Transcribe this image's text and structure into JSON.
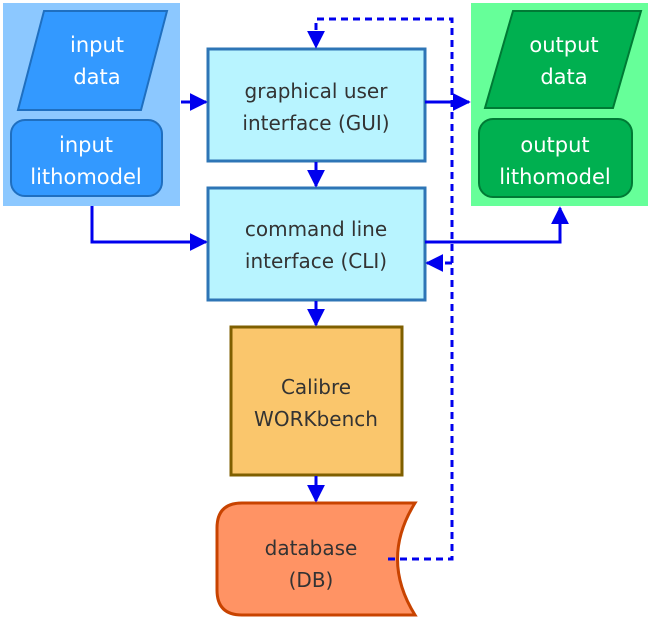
{
  "diagram": {
    "input_data": {
      "line1": "input",
      "line2": "data"
    },
    "input_lithomodel": {
      "line1": "input",
      "line2": "lithomodel"
    },
    "gui": {
      "line1": "graphical user",
      "line2": "interface (GUI)"
    },
    "cli": {
      "line1": "command line",
      "line2": "interface (CLI)"
    },
    "workbench": {
      "line1": "Calibre",
      "line2": "WORKbench"
    },
    "database": {
      "line1": "database",
      "line2": "(DB)"
    },
    "output_data": {
      "line1": "output",
      "line2": "data"
    },
    "output_lithomodel": {
      "line1": "output",
      "line2": "lithomodel"
    }
  },
  "colors": {
    "input_panel": "#8cc8ff",
    "input_shape": "#3399ff",
    "input_stroke": "#1f6fc0",
    "output_panel": "#66ff99",
    "output_shape": "#00b050",
    "output_stroke": "#007a35",
    "interface_fill": "#b8f4ff",
    "interface_stroke": "#2e75b6",
    "workbench_fill": "#fac66c",
    "workbench_stroke": "#7f5f00",
    "database_fill": "#ff9364",
    "database_stroke": "#c84300",
    "arrow": "#0000ee"
  }
}
